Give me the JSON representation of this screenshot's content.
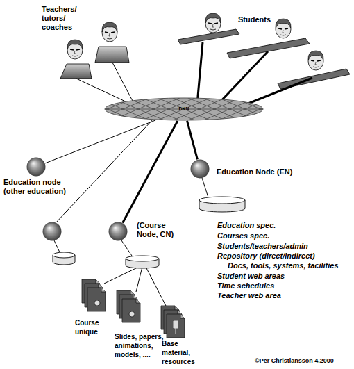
{
  "diagram": {
    "nodes": [
      {
        "text": [
          "DKN"
        ]
      },
      {
        "text": [
          "Education node (other education)"
        ]
      },
      {
        "text": [
          "Education Node (EN)"
        ]
      },
      {
        "text": [
          "(Course Node, CN)"
        ]
      }
    ],
    "edges": [
      {
        "from": 0,
        "to": 1,
        "arrow": "none"
      },
      {
        "from": 0,
        "to": 2,
        "arrow": "none"
      },
      {
        "from": 0,
        "to": 3,
        "arrow": "none"
      }
    ],
    "labels": [
      "Teachers/ tutors/ coaches",
      "Students",
      "Education spec.",
      "Courses spec.",
      "Students/teachers/admin",
      "Repository (direct/indirect)",
      "Docs, tools, systems, facilities",
      "Student web areas",
      "Time schedules",
      "Teacher web area",
      "Course unique",
      "Slides, papers, animations, models, ....",
      "Base material, resources",
      "©Per Christiansson 4.2000"
    ]
  }
}
